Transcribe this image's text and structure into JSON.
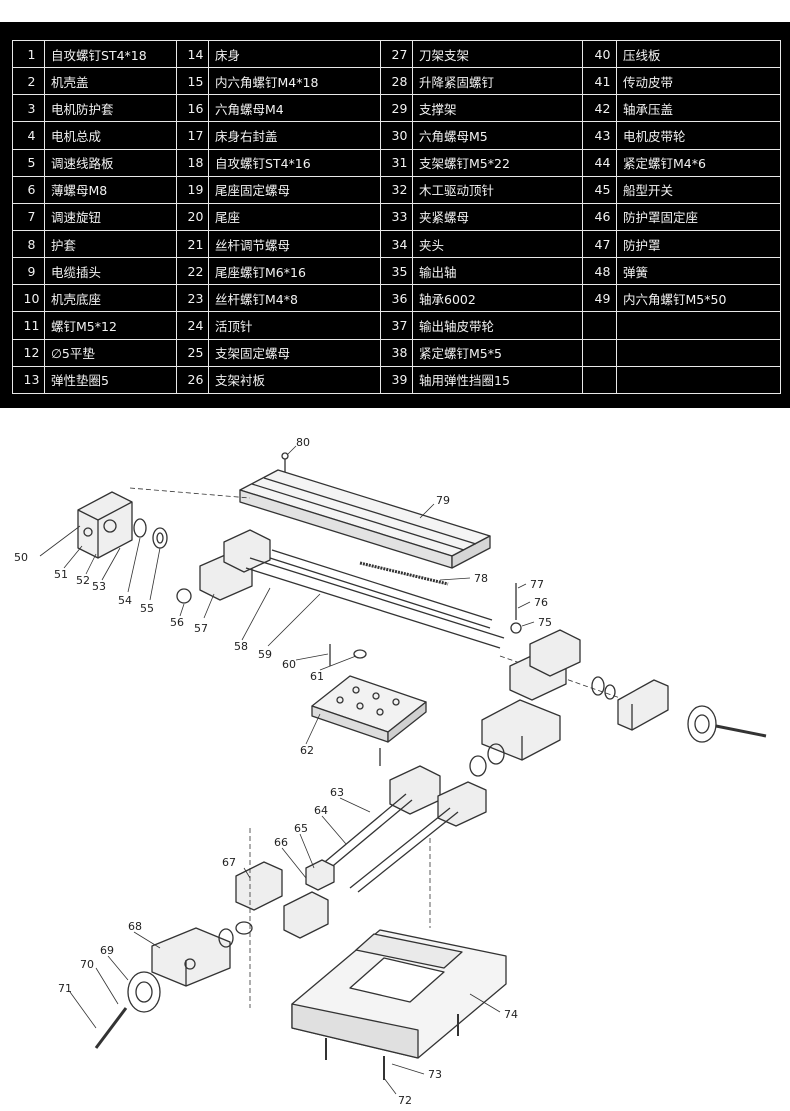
{
  "parts_table": {
    "rows": [
      [
        [
          "1",
          "自攻螺钉ST4*18"
        ],
        [
          "14",
          "床身"
        ],
        [
          "27",
          "刀架支架"
        ],
        [
          "40",
          "压线板"
        ]
      ],
      [
        [
          "2",
          "机壳盖"
        ],
        [
          "15",
          "内六角螺钉M4*18"
        ],
        [
          "28",
          "升降紧固螺钉"
        ],
        [
          "41",
          "传动皮带"
        ]
      ],
      [
        [
          "3",
          "电机防护套"
        ],
        [
          "16",
          "六角螺母M4"
        ],
        [
          "29",
          "支撑架"
        ],
        [
          "42",
          "轴承压盖"
        ]
      ],
      [
        [
          "4",
          "电机总成"
        ],
        [
          "17",
          "床身右封盖"
        ],
        [
          "30",
          "六角螺母M5"
        ],
        [
          "43",
          "电机皮带轮"
        ]
      ],
      [
        [
          "5",
          "调速线路板"
        ],
        [
          "18",
          "自攻螺钉ST4*16"
        ],
        [
          "31",
          "支架螺钉M5*22"
        ],
        [
          "44",
          "紧定螺钉M4*6"
        ]
      ],
      [
        [
          "6",
          "薄螺母M8"
        ],
        [
          "19",
          "尾座固定螺母"
        ],
        [
          "32",
          "木工驱动顶针"
        ],
        [
          "45",
          "船型开关"
        ]
      ],
      [
        [
          "7",
          "调速旋钮"
        ],
        [
          "20",
          "尾座"
        ],
        [
          "33",
          "夹紧螺母"
        ],
        [
          "46",
          "防护罩固定座"
        ]
      ],
      [
        [
          "8",
          "护套"
        ],
        [
          "21",
          "丝杆调节螺母"
        ],
        [
          "34",
          "夹头"
        ],
        [
          "47",
          "防护罩"
        ]
      ],
      [
        [
          "9",
          "电缆插头"
        ],
        [
          "22",
          "尾座螺钉M6*16"
        ],
        [
          "35",
          "输出轴"
        ],
        [
          "48",
          "弹簧"
        ]
      ],
      [
        [
          "10",
          "机壳底座"
        ],
        [
          "23",
          "丝杆螺钉M4*8"
        ],
        [
          "36",
          "轴承6002"
        ],
        [
          "49",
          "内六角螺钉M5*50"
        ]
      ],
      [
        [
          "11",
          "螺钉M5*12"
        ],
        [
          "24",
          "活顶针"
        ],
        [
          "37",
          "输出轴皮带轮"
        ],
        [
          "",
          ""
        ]
      ],
      [
        [
          "12",
          "∅5平垫"
        ],
        [
          "25",
          "支架固定螺母"
        ],
        [
          "38",
          "紧定螺钉M5*5"
        ],
        [
          "",
          ""
        ]
      ],
      [
        [
          "13",
          "弹性垫圈5"
        ],
        [
          "26",
          "支架衬板"
        ],
        [
          "39",
          "轴用弹性挡圈15"
        ],
        [
          "",
          ""
        ]
      ]
    ]
  },
  "diagram": {
    "callouts": [
      "50",
      "51",
      "52",
      "53",
      "54",
      "55",
      "56",
      "57",
      "58",
      "59",
      "60",
      "61",
      "62",
      "63",
      "64",
      "65",
      "66",
      "67",
      "68",
      "69",
      "70",
      "71",
      "72",
      "73",
      "74",
      "75",
      "76",
      "77",
      "78",
      "79",
      "80"
    ]
  }
}
